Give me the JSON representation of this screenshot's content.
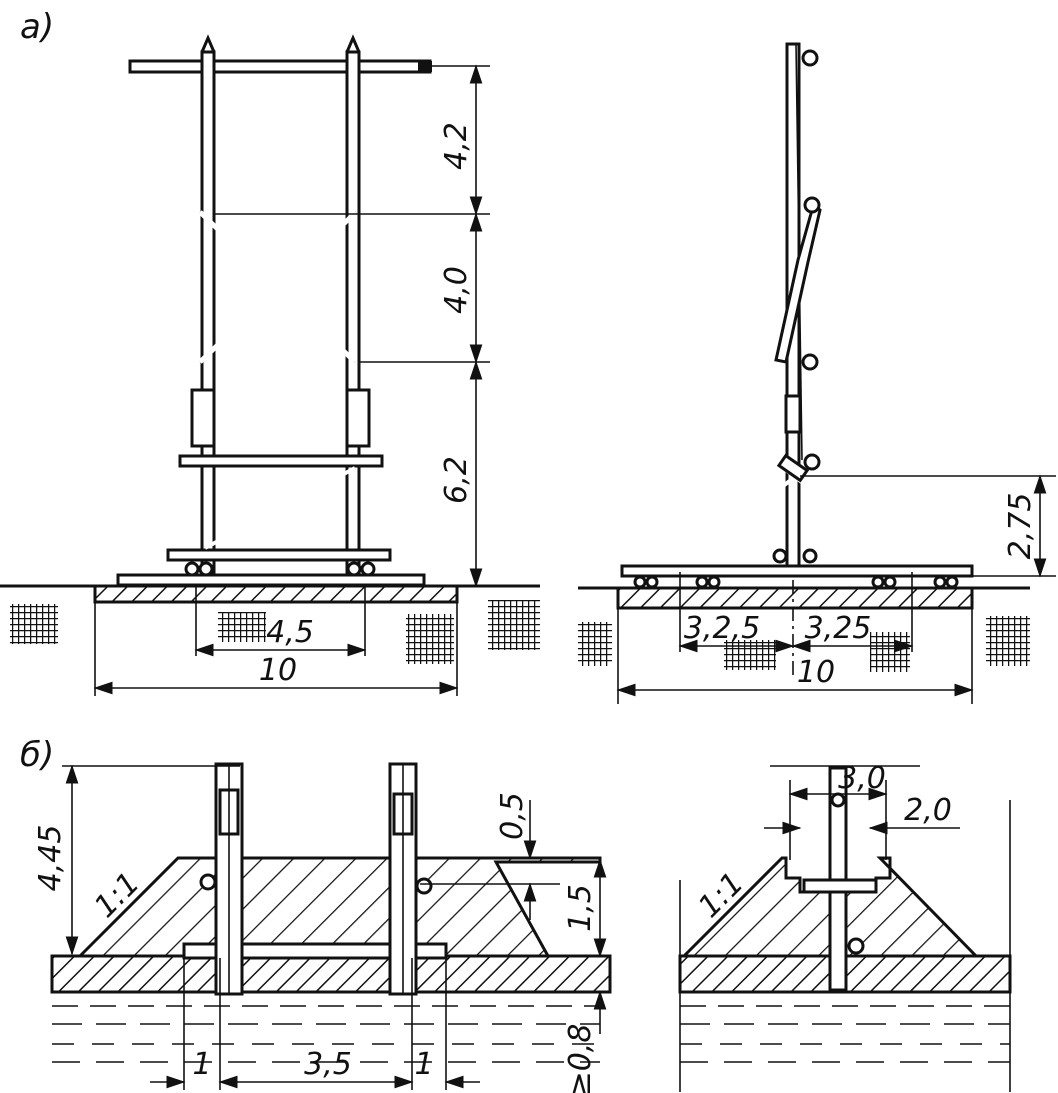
{
  "captions": {
    "part_a": "а)",
    "part_b": "б)"
  },
  "front_view": {
    "heights": [
      "4,2",
      "4,0",
      "6,2"
    ],
    "inner_width": "4,5",
    "base_width": "10"
  },
  "side_view": {
    "base_height": "2,75",
    "left_offset": "3,2,5",
    "right_offset": "3,25",
    "base_width": "10"
  },
  "section_left": {
    "height": "4,45",
    "slope": "1:1",
    "step": "0,5",
    "fill_height": "1,5",
    "left_margin": "1",
    "span": "3,5",
    "right_margin": "1",
    "depth": "≥0,8"
  },
  "section_right": {
    "slope": "1:1",
    "top_width": "3,0",
    "gap": "2,0"
  }
}
